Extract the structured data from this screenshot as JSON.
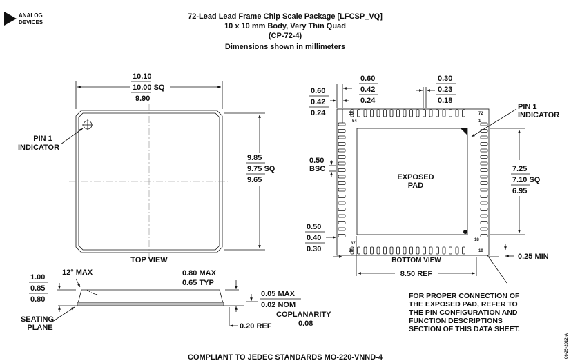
{
  "logo": {
    "line1": "ANALOG",
    "line2": "DEVICES"
  },
  "header": {
    "title": "72-Lead Lead Frame Chip Scale Package [LFCSP_VQ]",
    "subtitle": "10 x 10 mm Body, Very Thin Quad",
    "code": "(CP-72-4)",
    "units": "Dimensions shown in millimeters"
  },
  "top_view": {
    "label": "TOP VIEW",
    "pin1": {
      "line1": "PIN 1",
      "line2": "INDICATOR"
    },
    "width": {
      "max": "10.10",
      "nom": "10.00 SQ",
      "min": "9.90"
    },
    "height": {
      "max": "9.85",
      "nom": "9.75 SQ",
      "min": "9.65"
    }
  },
  "bottom_view": {
    "label": "BOTTOM VIEW",
    "pad": {
      "line1": "EXPOSED",
      "line2": "PAD"
    },
    "pin1": {
      "line1": "PIN 1",
      "line2": "INDICATOR"
    },
    "pin_numbers": {
      "p55": "55",
      "p54": "54",
      "p72": "72",
      "p1": "1",
      "p37": "37",
      "p36": "36",
      "p18": "18",
      "p19": "19"
    },
    "left_lead": {
      "max": "0.60",
      "nom": "0.42",
      "min": "0.24"
    },
    "top_lead": {
      "max": "0.60",
      "nom": "0.42",
      "min": "0.24"
    },
    "lead_width": {
      "max": "0.30",
      "nom": "0.23",
      "min": "0.18"
    },
    "pitch": {
      "value": "0.50",
      "ref": "BSC"
    },
    "pad_size": {
      "max": "7.25",
      "nom": "7.10 SQ",
      "min": "6.95"
    },
    "lead_length": {
      "max": "0.50",
      "nom": "0.40",
      "min": "0.30"
    },
    "ref_span": "8.50 REF",
    "min_gap": "0.25 MIN"
  },
  "side_view": {
    "angle": "12° MAX",
    "height": {
      "max": "1.00",
      "nom": "0.85",
      "min": "0.80"
    },
    "thickness": {
      "max": "0.80 MAX",
      "typ": "0.65 TYP"
    },
    "standoff": {
      "max": "0.05 MAX",
      "nom": "0.02 NOM"
    },
    "coplanarity": {
      "label": "COPLANARITY",
      "value": "0.08"
    },
    "ref": "0.20 REF",
    "seating": {
      "line1": "SEATING",
      "line2": "PLANE"
    }
  },
  "note": {
    "lines": [
      "FOR PROPER CONNECTION OF",
      "THE EXPOSED PAD, REFER TO",
      "THE PIN CONFIGURATION AND",
      "FUNCTION DESCRIPTIONS",
      "SECTION OF THIS DATA SHEET."
    ]
  },
  "footer": "COMPLIANT TO JEDEC STANDARDS MO-220-VNND-4",
  "date_code": "06-25-2012-A"
}
